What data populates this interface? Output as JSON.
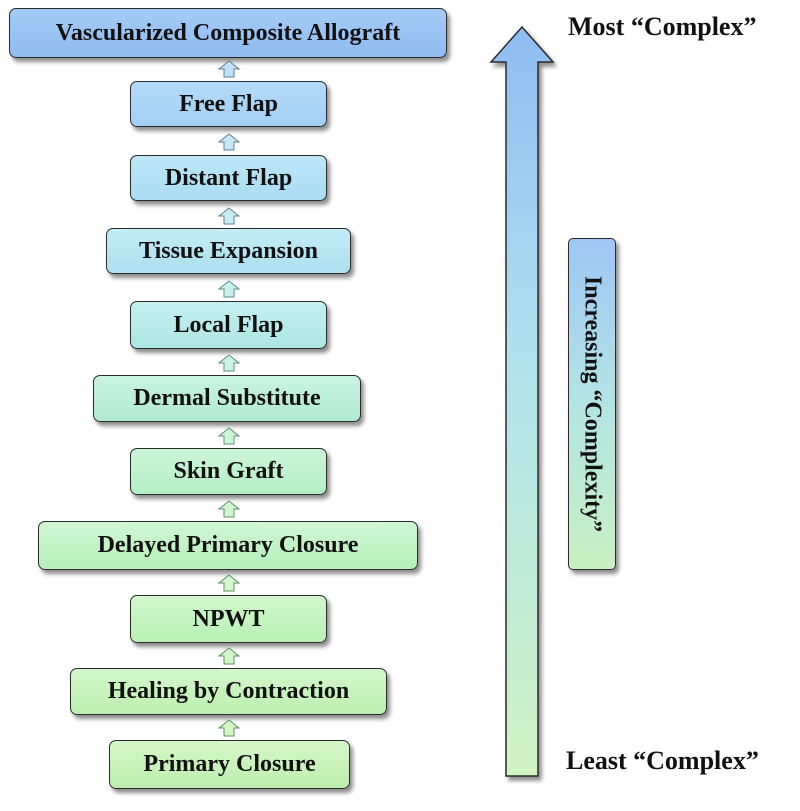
{
  "ladder": [
    {
      "label": "Vascularized Composite Allograft"
    },
    {
      "label": "Free Flap"
    },
    {
      "label": "Distant Flap"
    },
    {
      "label": "Tissue Expansion"
    },
    {
      "label": "Local Flap"
    },
    {
      "label": "Dermal Substitute"
    },
    {
      "label": "Skin Graft"
    },
    {
      "label": "Delayed Primary Closure"
    },
    {
      "label": "NPWT"
    },
    {
      "label": "Healing by Contraction"
    },
    {
      "label": "Primary Closure"
    }
  ],
  "scale": {
    "top_label": "Most “Complex”",
    "bottom_label": "Least “Complex”",
    "side_label": "Increasing “Complexity”"
  },
  "colors": {
    "top": "#9fc6f4",
    "middle": "#b3eaf0",
    "bottom": "#c9f2bf",
    "border": "#2b2b2b"
  }
}
